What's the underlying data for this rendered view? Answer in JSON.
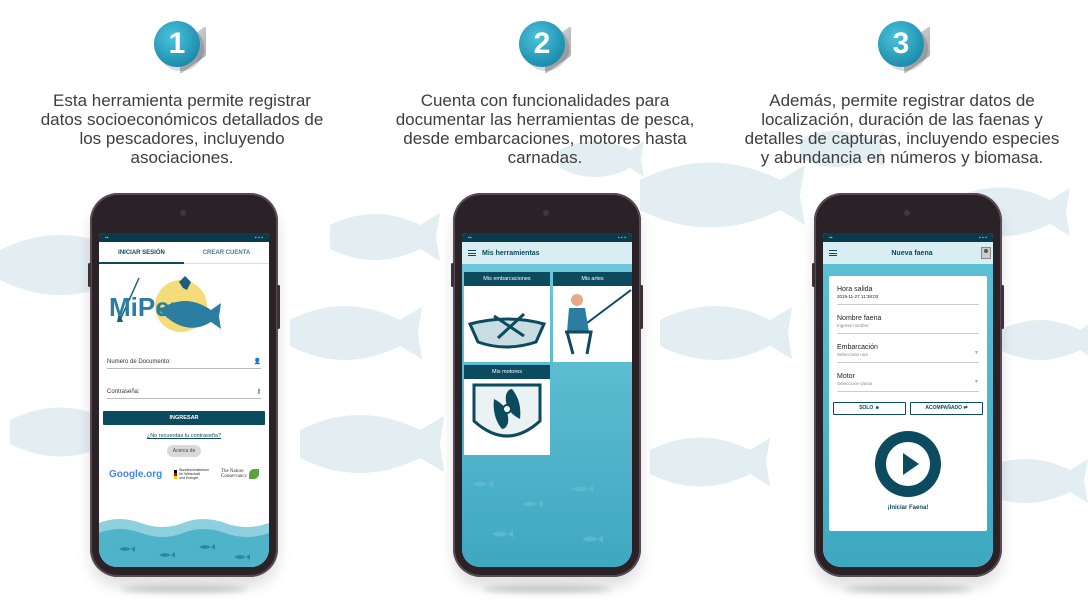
{
  "steps": [
    {
      "number": "1",
      "lines": [
        "Esta herramienta permite registrar",
        "datos socioeconómicos detallados de",
        "los pescadores, incluyendo",
        "asociaciones."
      ]
    },
    {
      "number": "2",
      "lines": [
        "Cuenta con funcionalidades para",
        "documentar las herramientas de pesca,",
        "desde embarcaciones, motores hasta",
        "carnadas."
      ]
    },
    {
      "number": "3",
      "lines": [
        "Además, permite registrar datos de",
        "localización, duración de las faenas y",
        "detalles de capturas, incluyendo especies",
        "y abundancia en números y biomasa."
      ]
    }
  ],
  "login": {
    "tab_login": "INICIAR SESIÓN",
    "tab_create": "CREAR CUENTA",
    "logo_text": "MiPez",
    "document_label": "Numero de Documento:",
    "password_label": "Contraseña:",
    "submit_label": "INGRESAR",
    "forgot_link": "¿No recuerdas tu contraseña?",
    "about_chip": "Acerca de",
    "partner_google": "Google.org",
    "partner_bmu": [
      "Bundesministerium",
      "für Wirtschaft",
      "und Energie"
    ],
    "partner_tnc": [
      "The Nature",
      "Conservancy"
    ]
  },
  "tools": {
    "title": "Mis herramientas",
    "cards": [
      "Mis embarcaciones",
      "Mis artes",
      "Mis motores"
    ]
  },
  "trip": {
    "title": "Nueva faena",
    "fields": [
      {
        "label": "Hora salida",
        "value": "2019-11-27 11:38:03"
      },
      {
        "label": "Nombre faena",
        "value": "Ingrese nombre"
      },
      {
        "label": "Embarcación",
        "value": "Seleccione una"
      },
      {
        "label": "Motor",
        "value": "Seleccione varios"
      }
    ],
    "solo_label": "SOLO ☻",
    "accompanied_label": "ACOMPAÑADO ⇄",
    "start_label": "¡Iniciar Faena!"
  },
  "colors": {
    "accent": "#1e8fae",
    "dark_teal": "#0b4a5f",
    "sea": "#3ea8c1",
    "phone_frame": "#2b2227"
  }
}
